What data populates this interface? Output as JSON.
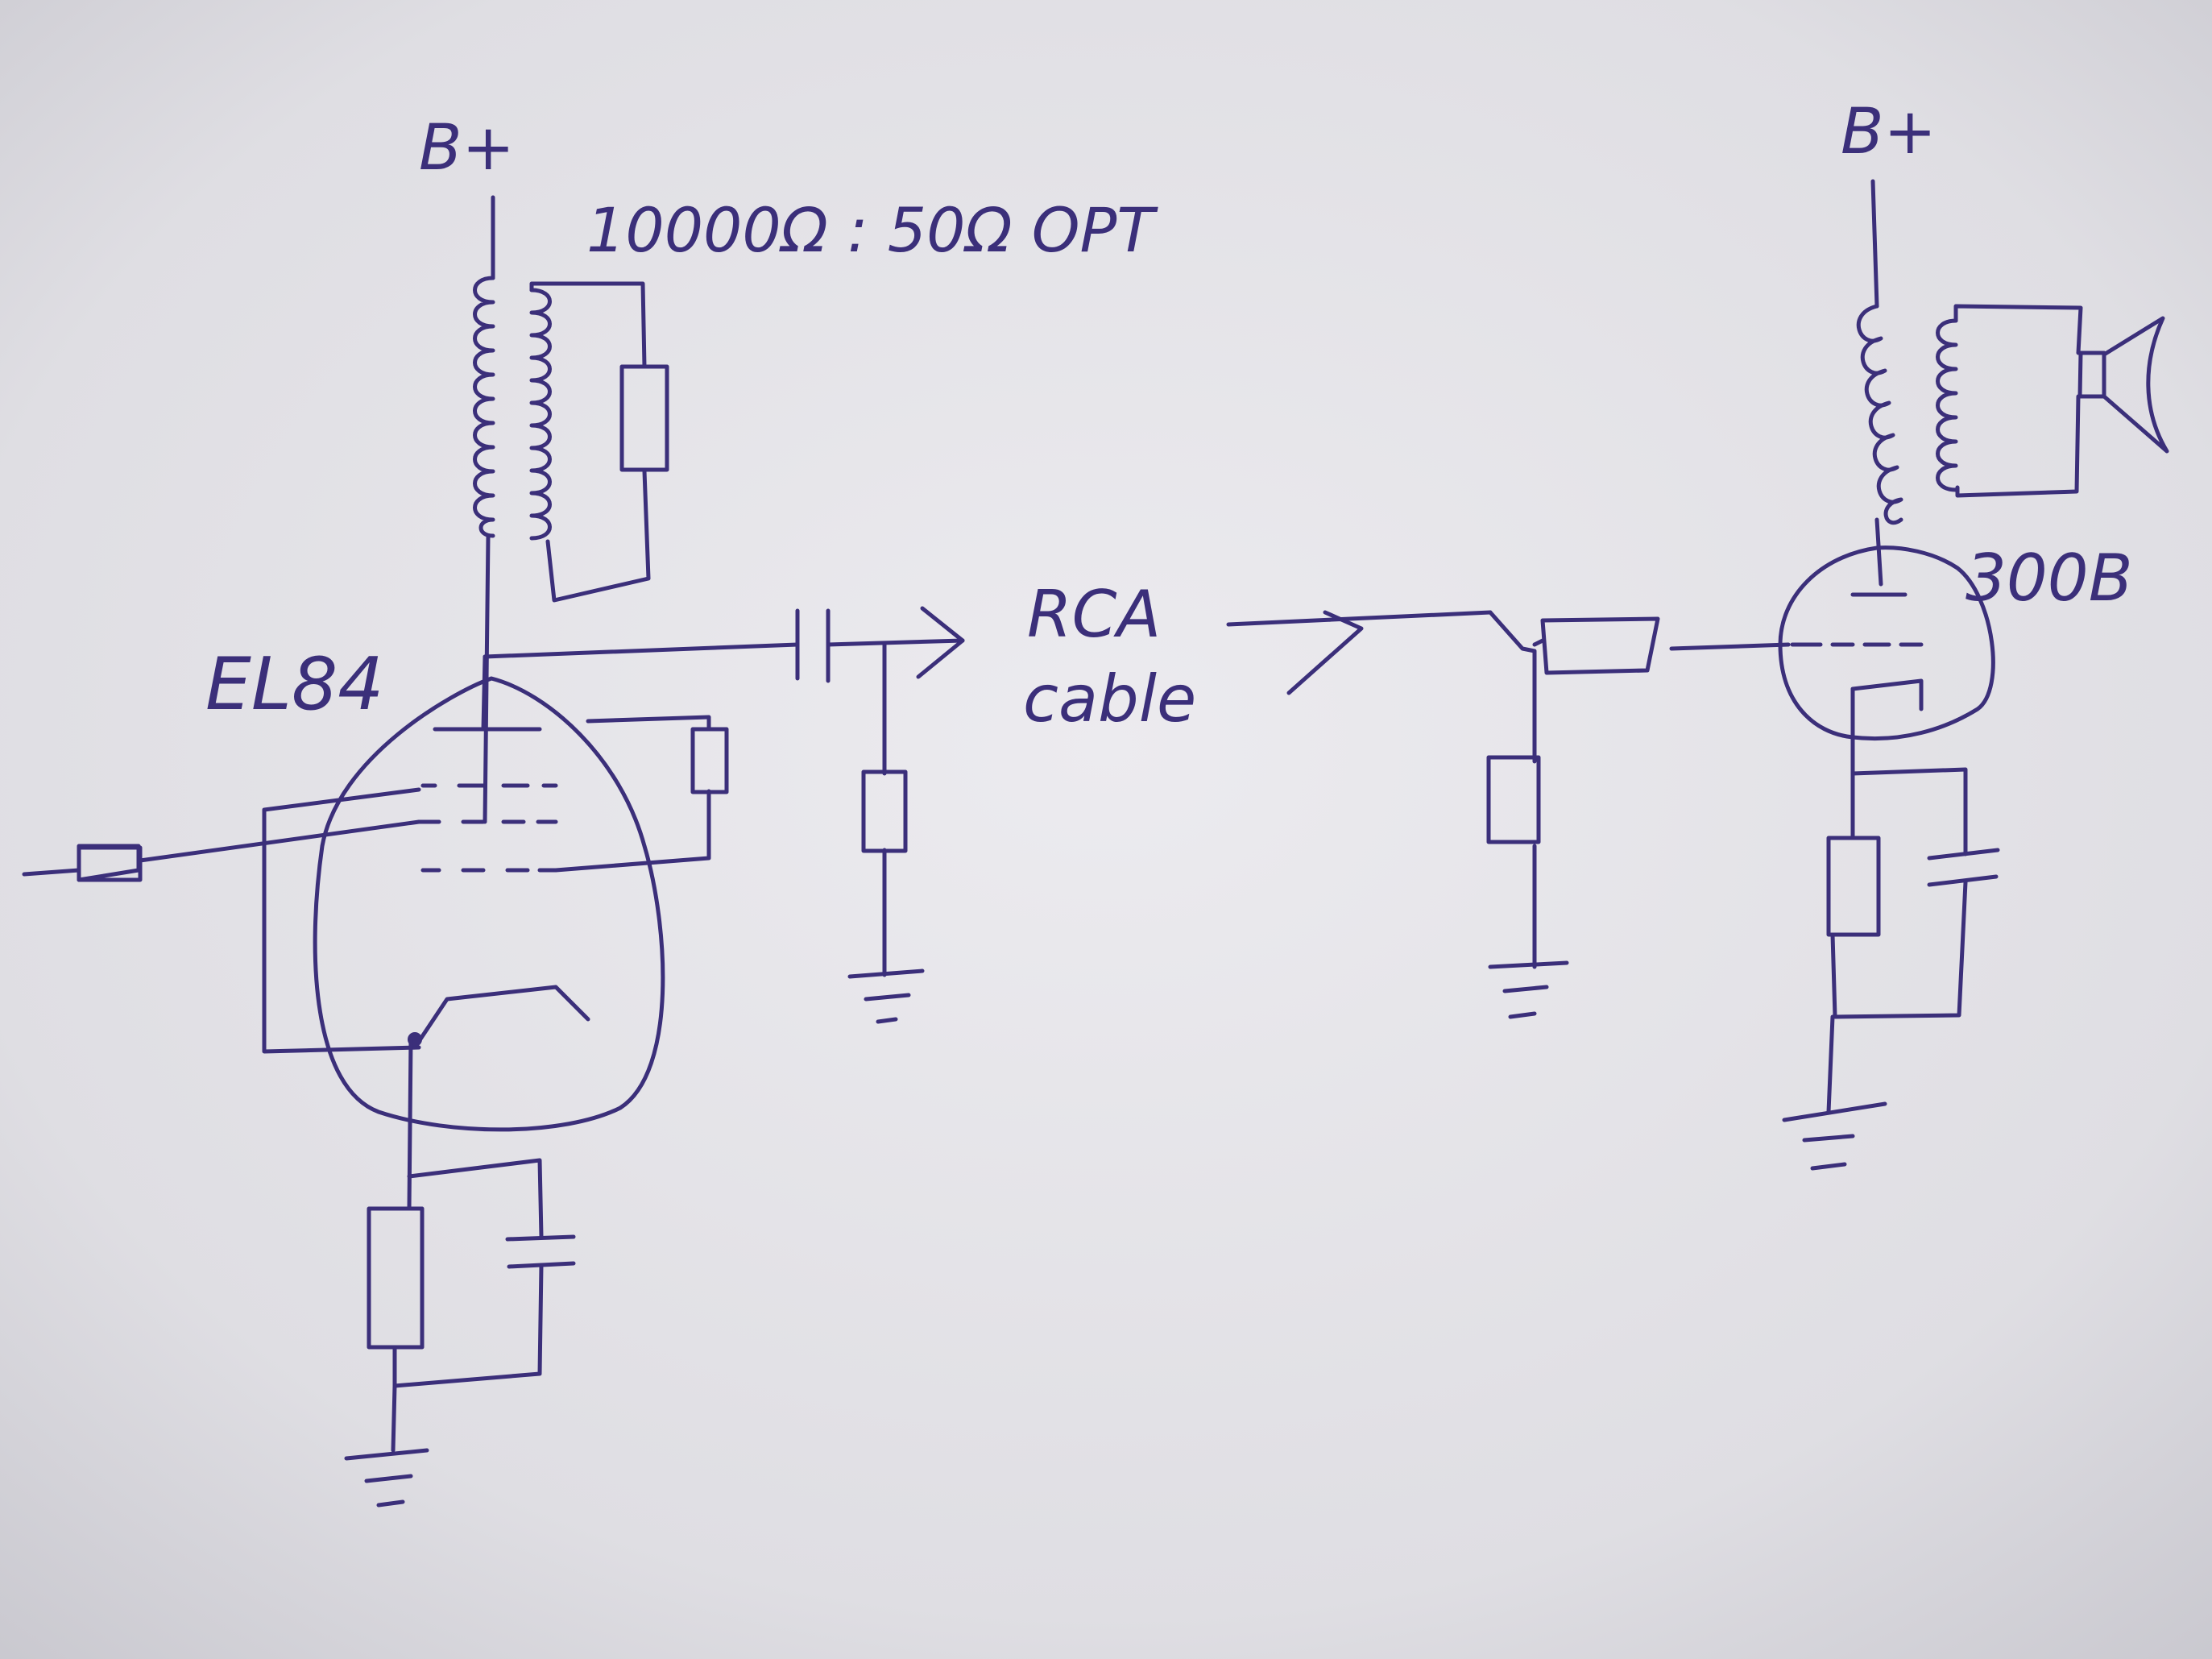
{
  "labels": {
    "bplus_left": "B+",
    "bplus_right": "B+",
    "opt": "10000Ω : 50Ω OPT",
    "el84": "EL84",
    "rca_line1": "RCA",
    "rca_line2": "cable",
    "tube_300b": "300B"
  },
  "colors": {
    "paper": "#e3e2e7",
    "ink": "#3b2f7a"
  }
}
